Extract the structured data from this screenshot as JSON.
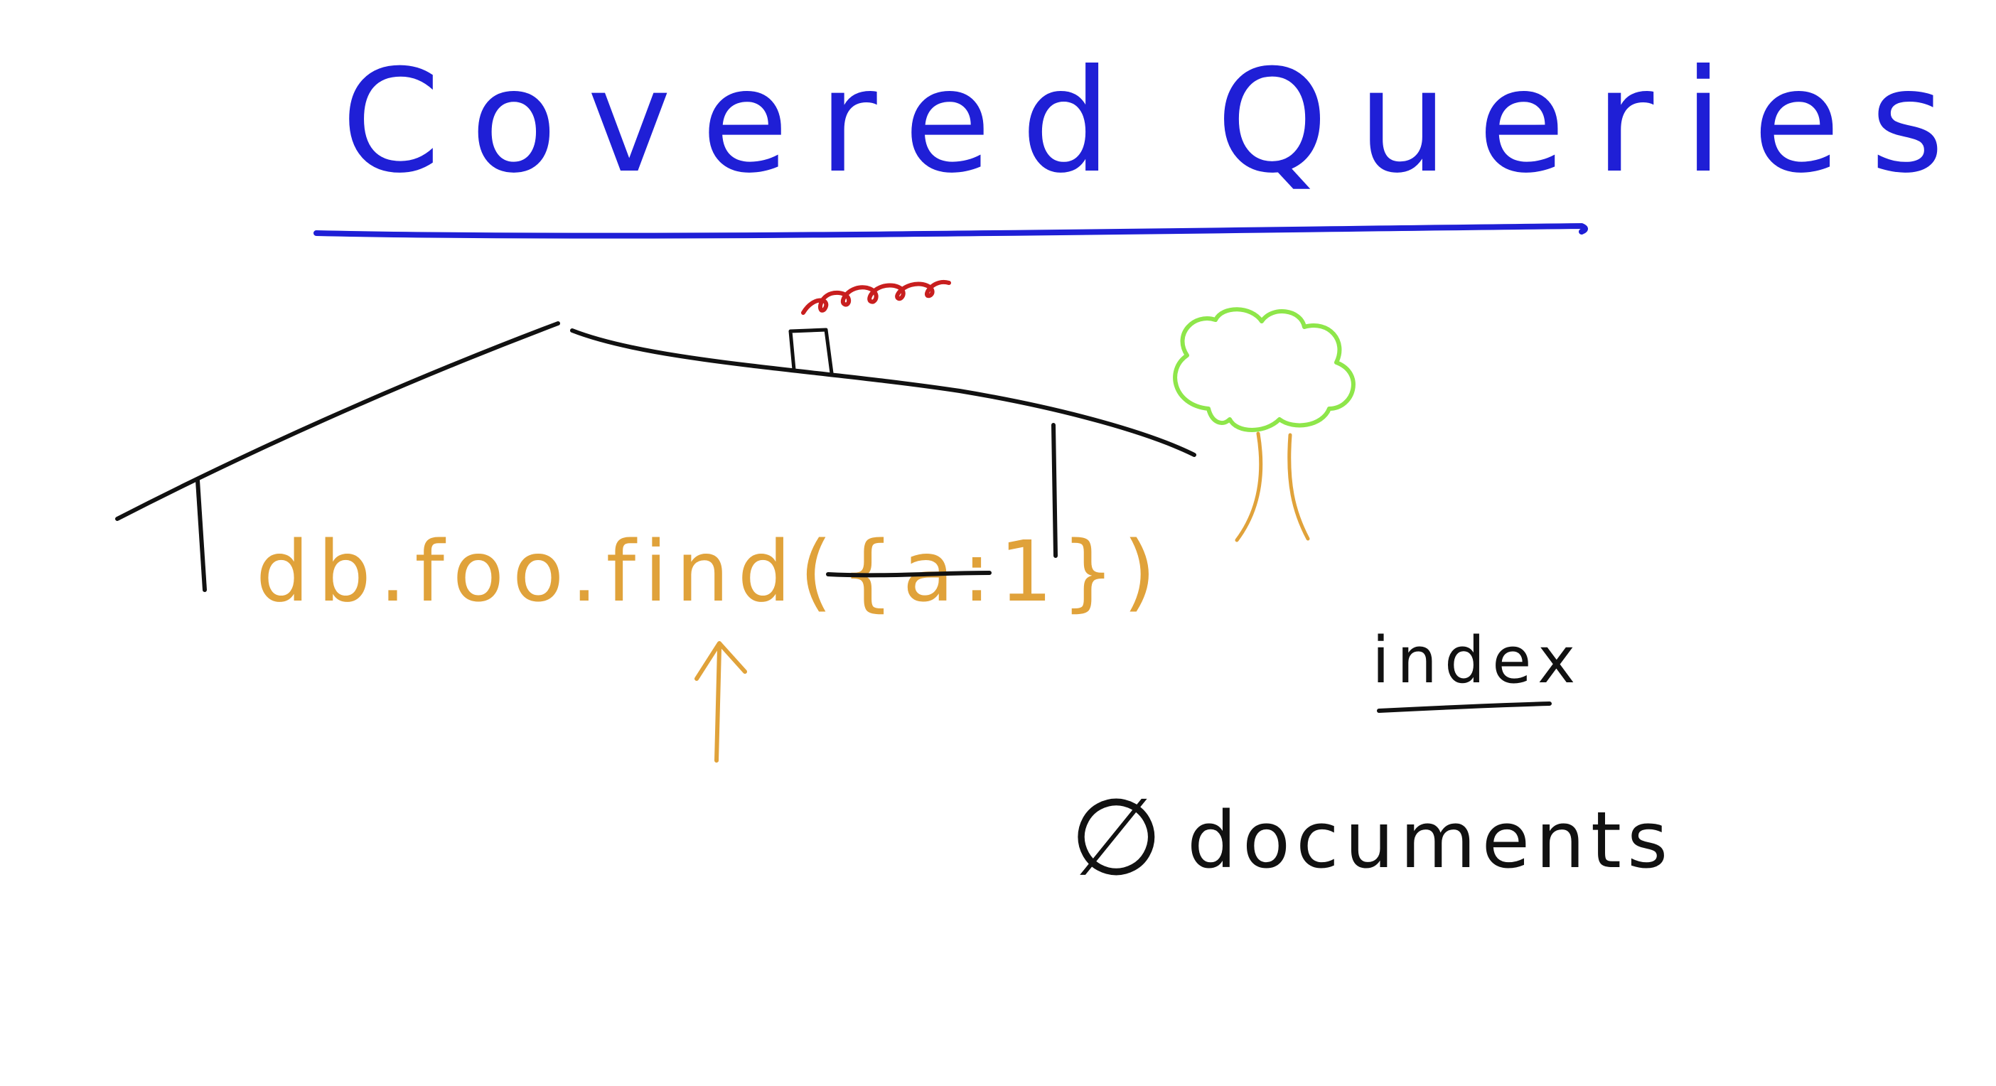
{
  "title": "Covered Queries",
  "query": {
    "code": "db.foo.find({a:1})"
  },
  "labels": {
    "index": "index",
    "documents": "documents",
    "empty_set": "∅"
  },
  "colors": {
    "title": "#1f1fd6",
    "title_underline": "#1f1fd6",
    "query": "#e0a23a",
    "arrow": "#e0a23a",
    "roof": "#111111",
    "smoke": "#c81e1e",
    "tree_canopy": "#8ee64a",
    "tree_trunk": "#e0a23a",
    "ink": "#111111"
  },
  "icons": {
    "house": "house-icon",
    "tree": "tree-icon",
    "chimney": "chimney-icon",
    "smoke": "smoke-icon",
    "arrow": "up-arrow-icon"
  }
}
